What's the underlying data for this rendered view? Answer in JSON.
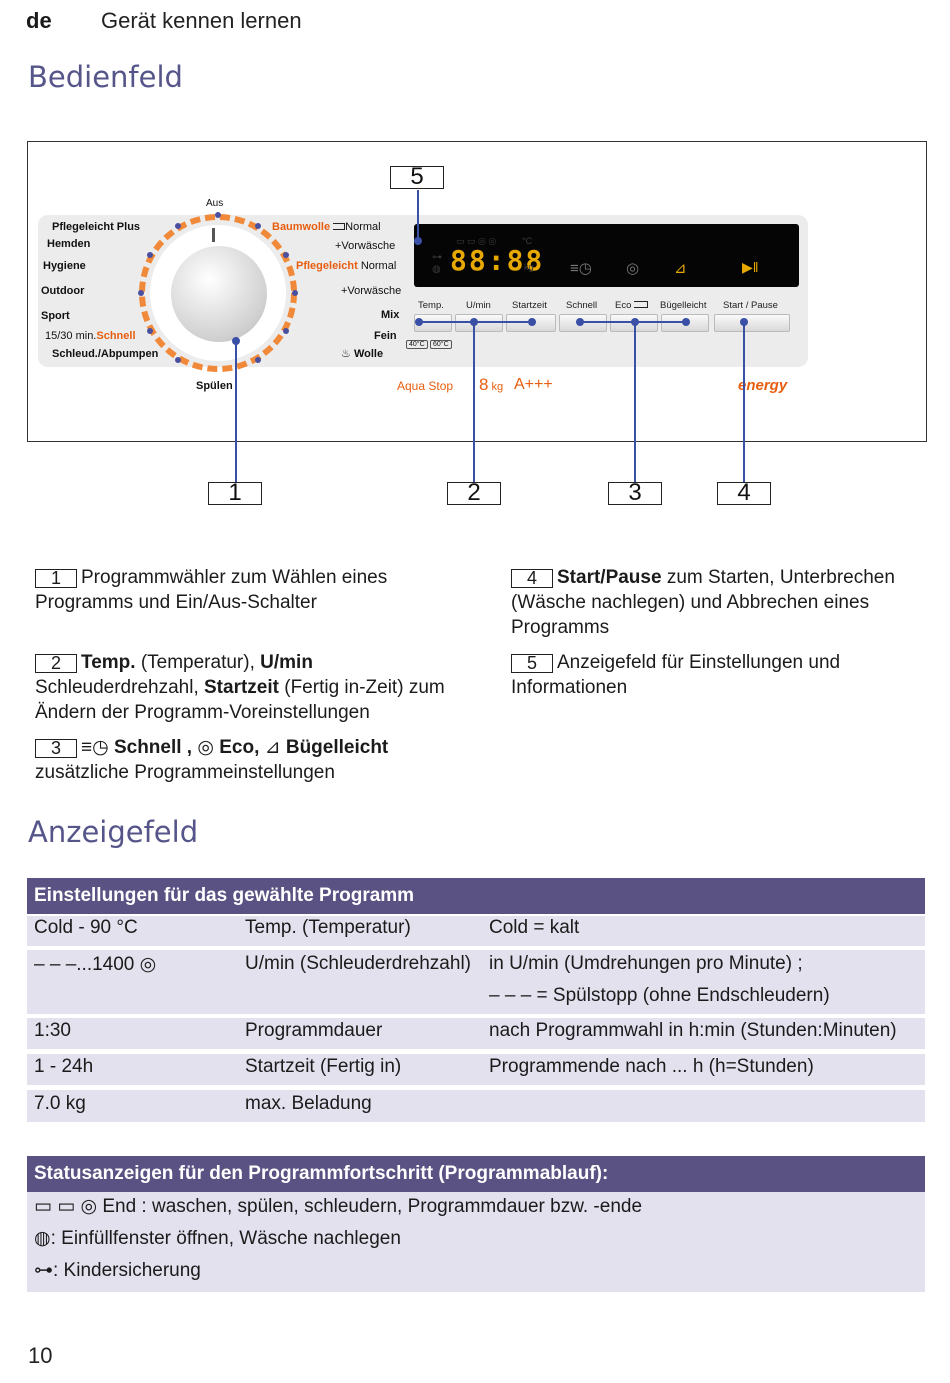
{
  "header": {
    "lang": "de",
    "title": "Gerät kennen lernen"
  },
  "sections": {
    "panel_title": "Bedienfeld",
    "display_title": "Anzeigefeld"
  },
  "panel": {
    "aus": "Aus",
    "left_programs": [
      "Pflegeleicht Plus",
      "Hemden",
      "Hygiene",
      "Outdoor",
      "Sport"
    ],
    "quick_prefix": "15/30 min.",
    "quick_label": "Schnell",
    "spin_pump": "Schleud./Abpumpen",
    "rinse": "Spülen",
    "baumwolle": "Baumwolle",
    "normal_1": "Normal",
    "vorwaesche_1": "+Vorwäsche",
    "pflegeleicht": "Pflegeleicht",
    "normal_2": "Normal",
    "vorwaesche_2": "+Vorwäsche",
    "mix": "Mix",
    "fein": "Fein",
    "wolle": "Wolle",
    "temp_badge_1": "40°C",
    "temp_badge_2": "60°C",
    "display_digits": "88:88",
    "display_celsius": "°C",
    "display_kg": "kg",
    "buttons": [
      "Temp.",
      "U/min",
      "Startzeit",
      "Schnell",
      "Eco",
      "Bügelleicht",
      "Start / Pause"
    ],
    "aqua_stop": "Aqua Stop",
    "capacity_num": "8",
    "capacity_unit": "kg",
    "efficiency": "A+++",
    "energy": "energy",
    "callouts": [
      "5",
      "1",
      "2",
      "3",
      "4"
    ]
  },
  "descriptions": {
    "d1": {
      "num": "1",
      "rest": "Programmwähler zum Wählen eines Programms und Ein/Aus-Schalter"
    },
    "d2": {
      "num": "2",
      "temp": "Temp.",
      "temp_rest": " (Temperatur), ",
      "umin": "U/min",
      "umin_rest": " Schleuderdrehzahl, ",
      "start": "Startzeit",
      "start_rest": " (Fertig in-Zeit) zum Ändern der Programm-Voreinstellungen"
    },
    "d3": {
      "num": "3",
      "schnell": "Schnell ,",
      "eco": "Eco,",
      "buegel": "Bügelleicht",
      "rest": "zusätzliche Programmeinstellungen"
    },
    "d4": {
      "num": "4",
      "bold": "Start/Pause",
      "rest": " zum Starten, Unterbrechen (Wäsche nachlegen) und Abbrechen eines Programms"
    },
    "d5": {
      "num": "5",
      "rest": "Anzeigefeld für Einstellungen und Informationen"
    }
  },
  "settings_table": {
    "title": "Einstellungen für das gewählte Programm",
    "rows": [
      {
        "c1": "Cold - 90 °C",
        "c2": "Temp. (Temperatur)",
        "c3": "Cold = kalt"
      },
      {
        "c1": "– – –...1400",
        "c2": "U/min (Schleuderdrehzahl)",
        "c3": "in U/min (Umdrehungen pro Minute) ;",
        "c3b": "– – – = Spülstopp (ohne Endschleudern)"
      },
      {
        "c1": "1:30",
        "c2": "Programmdauer",
        "c3": "nach Programmwahl in h:min (Stunden:Minuten)"
      },
      {
        "c1": "1 - 24h",
        "c2": "Startzeit (Fertig in)",
        "c3": "Programmende nach ... h (h=Stunden)"
      },
      {
        "c1": "7.0 kg",
        "c2": "max. Beladung",
        "c3": ""
      }
    ]
  },
  "status_table": {
    "title": "Statusanzeigen für den Programmfortschritt (Programmablauf):",
    "rows": [
      "End : waschen, spülen, schleudern, Programmdauer bzw. -ende",
      ": Einfüllfenster öffnen, Wäsche nachlegen",
      ": Kindersicherung"
    ]
  },
  "page_number": "10",
  "colors": {
    "accent": "#55558a",
    "table_header": "#5a5283",
    "table_row": "#e3e1ee",
    "orange": "#e85e10",
    "pointer": "#3a4fa6",
    "display_digits": "#e7a800"
  }
}
